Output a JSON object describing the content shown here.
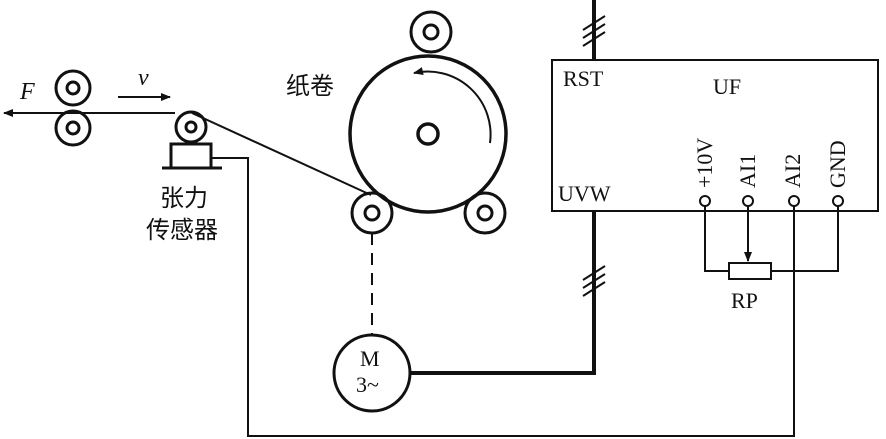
{
  "labels": {
    "force": "F",
    "velocity": "v",
    "paper_roll": "纸卷",
    "sensor_line1": "张力",
    "sensor_line2": "传感器",
    "rst": "RST",
    "uf": "UF",
    "uvw": "UVW",
    "terminal_10v": "+10V",
    "terminal_ai1": "AI1",
    "terminal_ai2": "AI2",
    "terminal_gnd": "GND",
    "rp": "RP",
    "motor_line1": "M",
    "motor_line2": "3~"
  },
  "colors": {
    "ink": "#111111",
    "background": "#ffffff"
  }
}
